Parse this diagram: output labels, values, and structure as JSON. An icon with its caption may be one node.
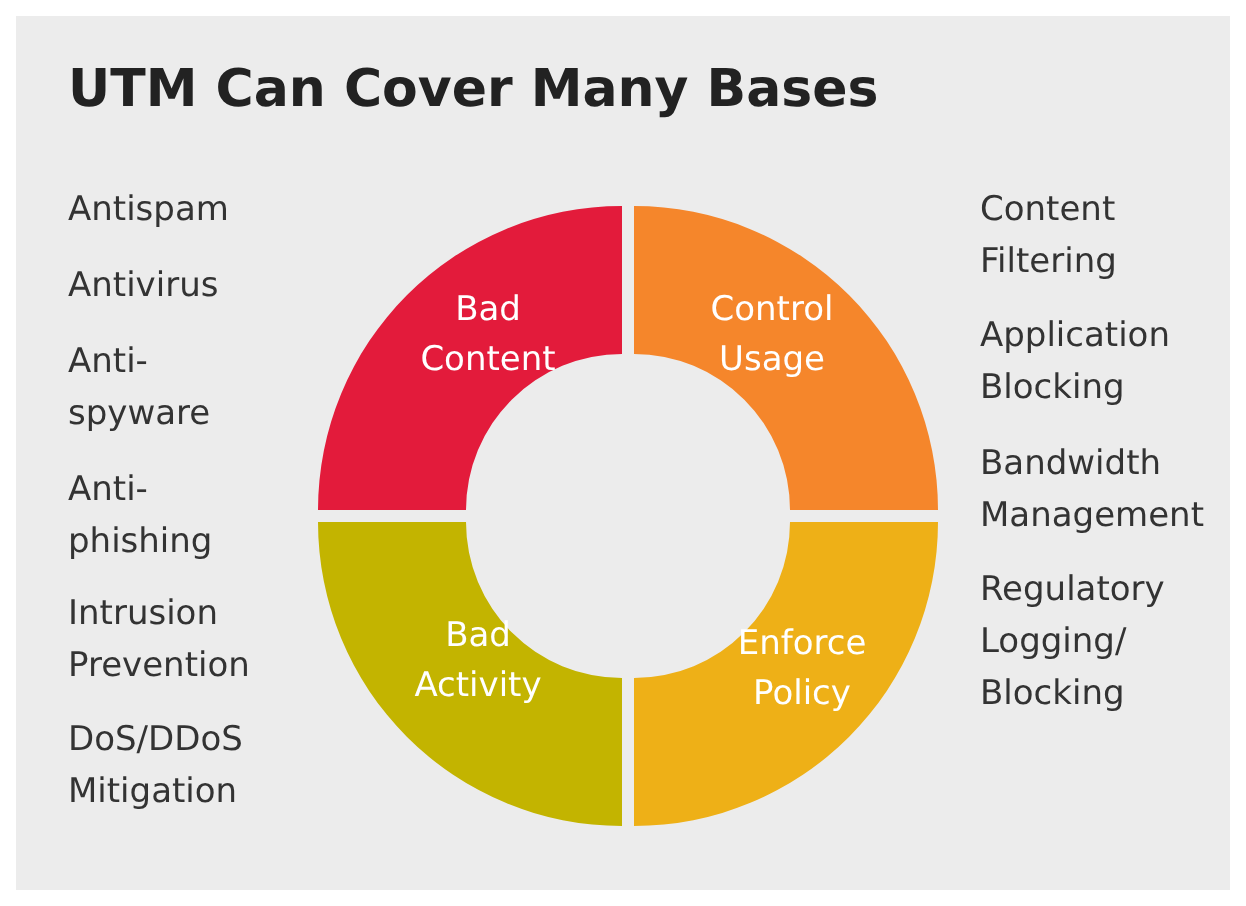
{
  "diagram": {
    "title": "UTM Can Cover Many Bases",
    "nodes": [
      {
        "text": [
          "Bad Content"
        ]
      },
      {
        "text": [
          "Control Usage"
        ]
      },
      {
        "text": [
          "Bad Activity"
        ]
      },
      {
        "text": [
          "Enforce Policy"
        ]
      }
    ],
    "labels": [
      "Antispam",
      "Antivirus",
      "Anti-spyware",
      "Anti-phishing",
      "Intrusion Prevention",
      "DoS/DDoS Mitigation",
      "Content Filtering",
      "Application Blocking",
      "Bandwidth Management",
      "Regulatory Logging/ Blocking"
    ]
  }
}
